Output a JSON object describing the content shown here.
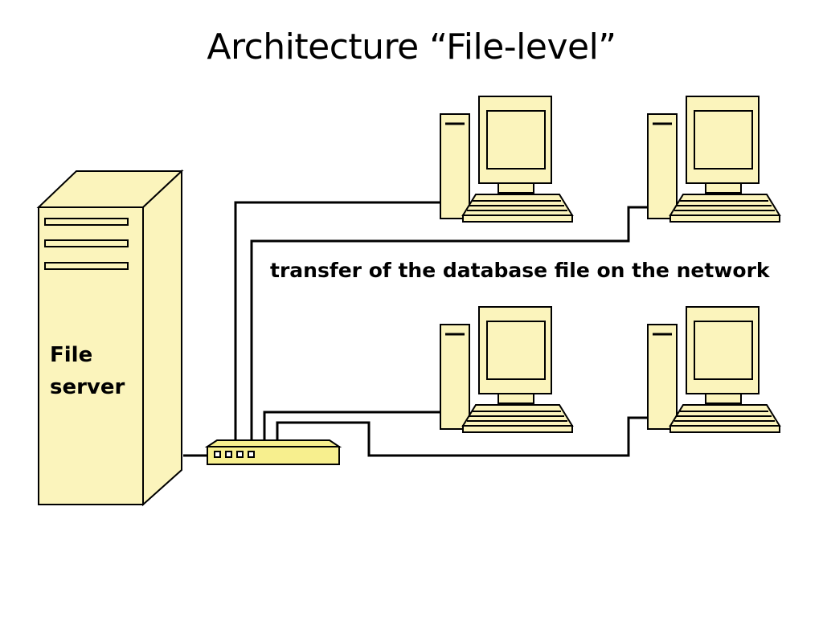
{
  "title": "Architecture “File-level”",
  "server": {
    "label_line1": "File",
    "label_line2": "server"
  },
  "network": {
    "transfer_label": "transfer of the database file on the network"
  },
  "colors": {
    "device_fill": "#fbf4bc",
    "switch_fill": "#f7ef8e",
    "stroke": "#000000",
    "screen_stroke": "#1a1a1a"
  },
  "icons": {
    "server": "file-server-tower-icon",
    "switch": "network-switch-icon",
    "workstation": "desktop-computer-icon"
  }
}
